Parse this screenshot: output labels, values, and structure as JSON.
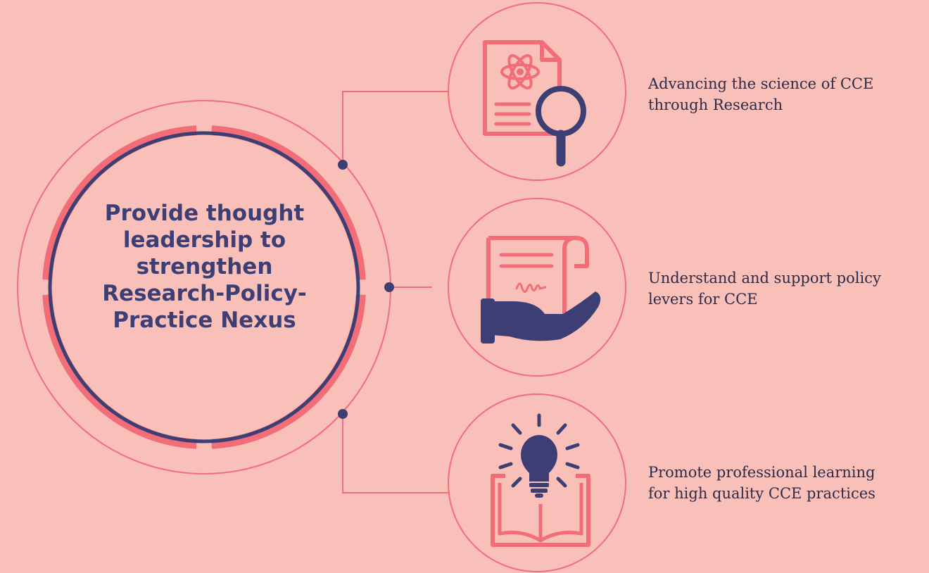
{
  "center": {
    "lines": [
      "Provide thought",
      "leadership to",
      "strengthen",
      "Research-Policy-",
      "Practice Nexus"
    ]
  },
  "items": [
    {
      "icon": "research-document-magnifier-icon",
      "lines": [
        "Advancing the science of CCE",
        "through Research"
      ]
    },
    {
      "icon": "policy-scroll-hand-icon",
      "lines": [
        "Understand and support policy",
        "levers for CCE"
      ]
    },
    {
      "icon": "lightbulb-book-icon",
      "lines": [
        "Promote professional learning",
        "for high quality CCE practices"
      ]
    }
  ],
  "colors": {
    "background": "#f8c0b9",
    "accent": "#f26d78",
    "navy": "#3d3f74"
  }
}
